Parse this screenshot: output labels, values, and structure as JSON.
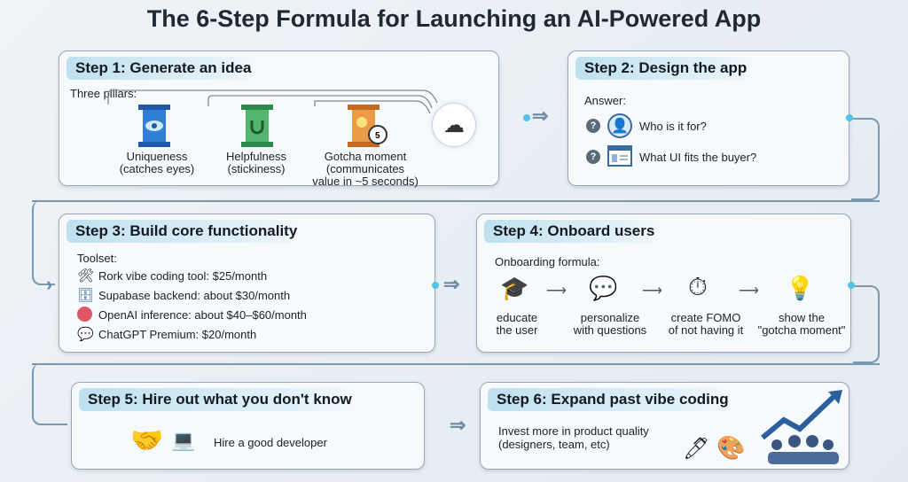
{
  "title": "The 6-Step Formula for Launching an AI-Powered App",
  "step1": {
    "title": "Step 1: Generate an idea",
    "intro": "Three pillars:",
    "pillars": [
      {
        "name": "Uniqueness",
        "desc": "(catches eyes)"
      },
      {
        "name": "Helpfulness",
        "desc": "(stickiness)"
      },
      {
        "name": "Gotcha moment",
        "desc": "(communicates value in ~5 seconds)"
      }
    ],
    "timer": "5"
  },
  "step2": {
    "title": "Step 2: Design the app",
    "intro": "Answer:",
    "questions": [
      "Who is it for?",
      "What UI fits the buyer?"
    ]
  },
  "step3": {
    "title": "Step 3: Build core functionality",
    "intro": "Toolset:",
    "tools": [
      "Rork vibe coding tool: $25/month",
      "Supabase backend: about $30/month",
      "OpenAI inference: about $40–$60/month",
      "ChatGPT Premium: $20/month"
    ]
  },
  "step4": {
    "title": "Step 4: Onboard users",
    "intro": "Onboarding formula:",
    "stages": [
      {
        "l1": "educate",
        "l2": "the user"
      },
      {
        "l1": "personalize",
        "l2": "with questions"
      },
      {
        "l1": "create FOMO",
        "l2": "of not having it"
      },
      {
        "l1": "show the",
        "l2": "\"gotcha moment\""
      }
    ]
  },
  "step5": {
    "title": "Step 5: Hire out what you don't know",
    "text": "Hire a good developer"
  },
  "step6": {
    "title": "Step 6: Expand past vibe coding",
    "l1": "Invest more in product quality",
    "l2": "(designers, team, etc)"
  }
}
